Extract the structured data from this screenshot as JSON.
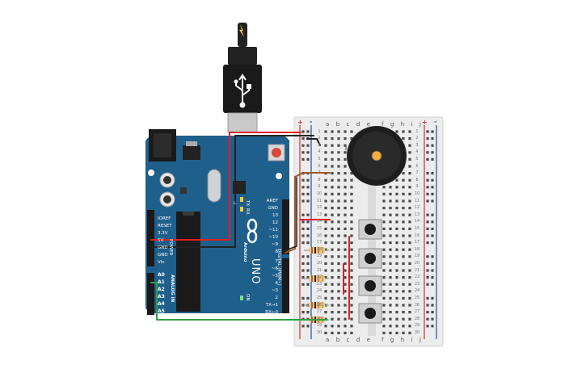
{
  "arduino": {
    "power_pins": [
      "IOREF",
      "RESET",
      "3.3V",
      "5V",
      "GND",
      "GND",
      "Vin"
    ],
    "power_label": "POWER",
    "analog_pins": [
      "A0",
      "A1",
      "A2",
      "A3",
      "A4",
      "A5"
    ],
    "analog_label": "ANALOG IN",
    "digital_top": [
      "AREF",
      "GND",
      "13",
      "12",
      "~11",
      "~10",
      "~9",
      "8"
    ],
    "digital_bottom": [
      "7",
      "~6",
      "~5",
      "4",
      "~3",
      "2",
      "TX→1",
      "RX←0"
    ],
    "digital_label": "DIGITAL (PWM~)",
    "model": "UNO",
    "led_labels": [
      "L",
      "TX",
      "RX"
    ],
    "on_label": "ON",
    "brand": "Arduino"
  },
  "breadboard": {
    "left_columns": "a b c d e",
    "right_columns": "f g h i j",
    "rows": [
      "1",
      "2",
      "3",
      "4",
      "5",
      "6",
      "7",
      "8",
      "9",
      "10",
      "11",
      "12",
      "13",
      "14",
      "15",
      "16",
      "17",
      "18",
      "19",
      "20",
      "21",
      "22",
      "23",
      "24",
      "25",
      "26",
      "27",
      "28",
      "29",
      "30"
    ],
    "rail_plus": "+",
    "rail_minus": "-"
  },
  "usb": {
    "symbol": "USB"
  },
  "colors": {
    "board": "#1f5f8c",
    "header": "#222222",
    "breadboard": "#ececec",
    "rail_red": "#d32f2f",
    "rail_blue": "#1e4f9c",
    "wire_red": "#e02020",
    "wire_black": "#222222",
    "wire_green": "#2ea043",
    "wire_brown": "#9a5a2a"
  }
}
